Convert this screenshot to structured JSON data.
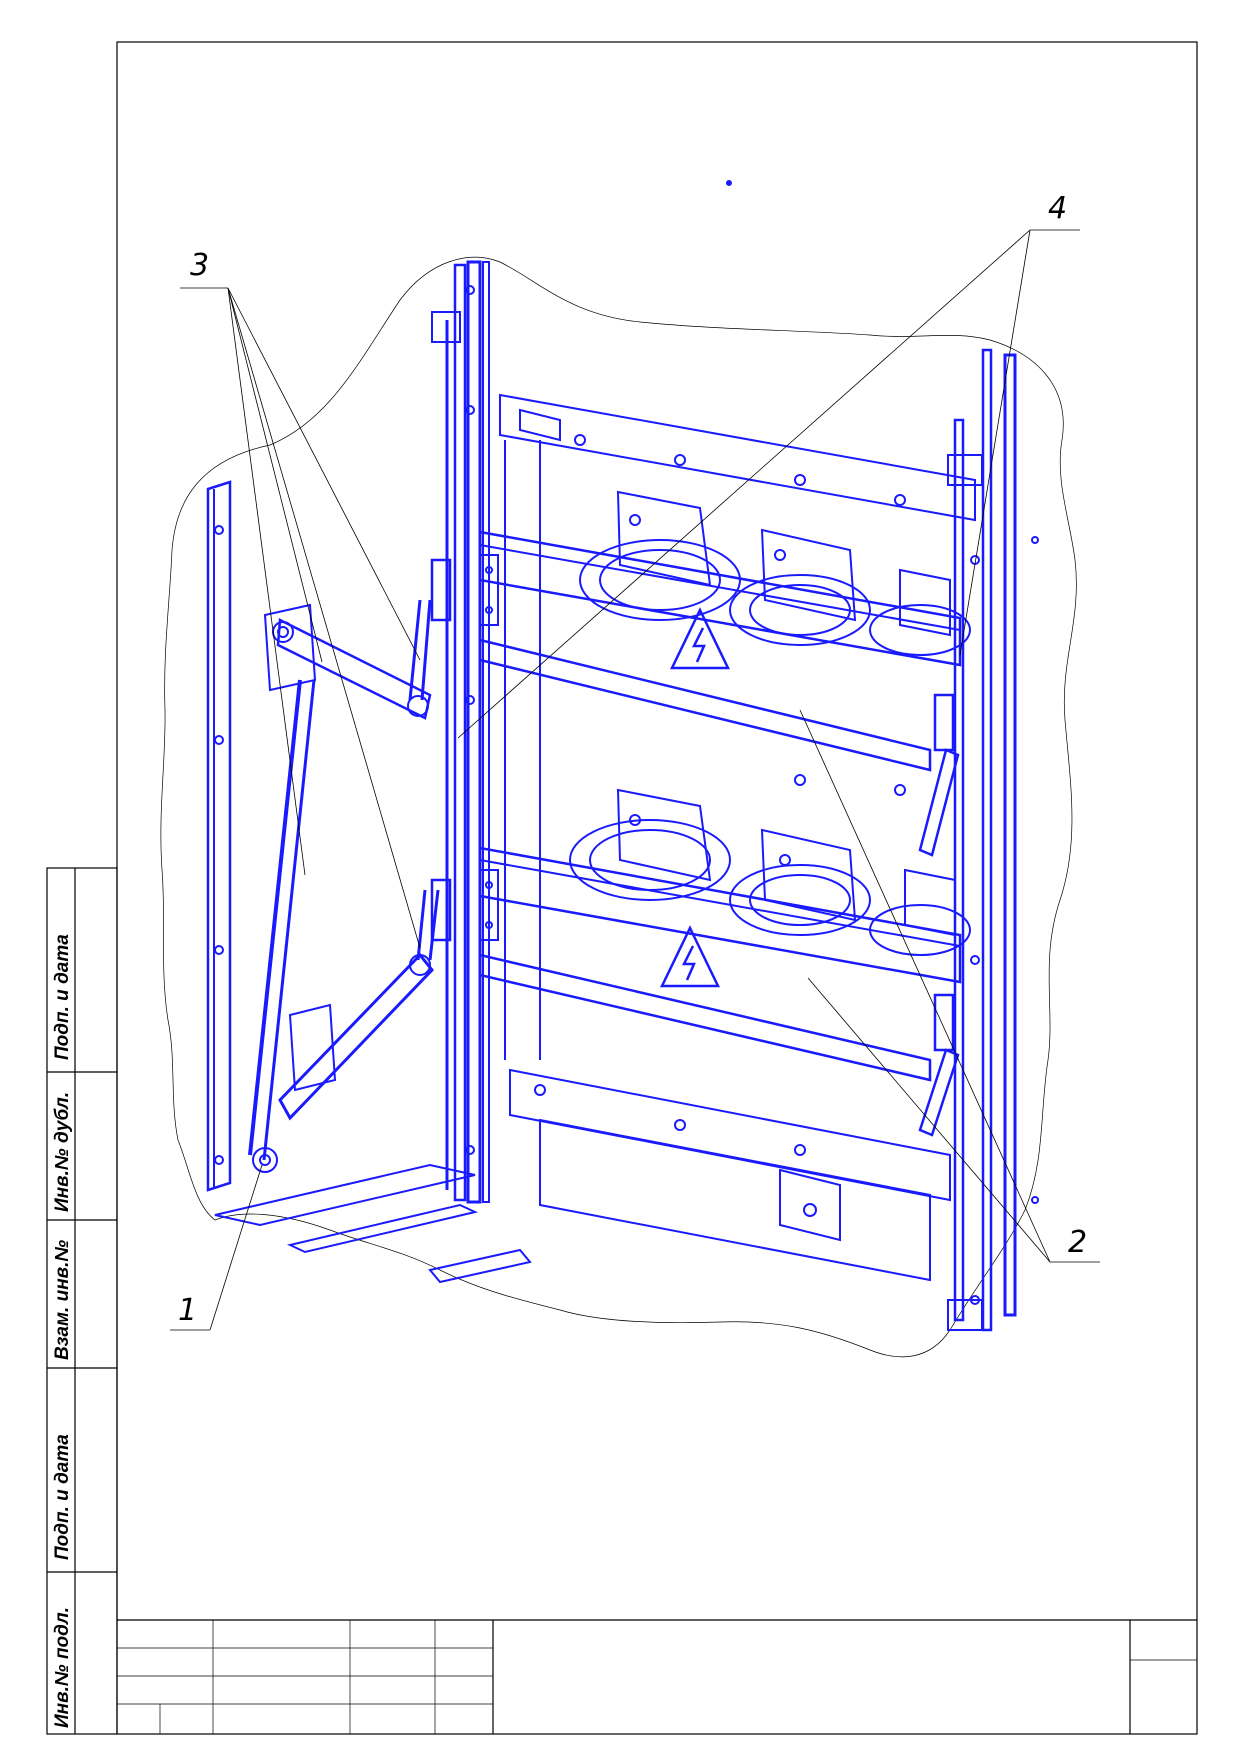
{
  "side_stamps": [
    {
      "text": "Подп. и дата"
    },
    {
      "text": "Инв.№ дубл."
    },
    {
      "text": "Взам. инв.№"
    },
    {
      "text": "Подп. и дата"
    },
    {
      "text": "Инв.№ подл."
    }
  ],
  "callouts": [
    {
      "text": "1"
    },
    {
      "text": "2"
    },
    {
      "text": "3"
    },
    {
      "text": "4"
    }
  ],
  "colors": {
    "drawing_stroke": "#1a1aff",
    "frame_stroke": "#000000",
    "background": "#ffffff"
  },
  "warning_icon": "high-voltage-warning-icon"
}
